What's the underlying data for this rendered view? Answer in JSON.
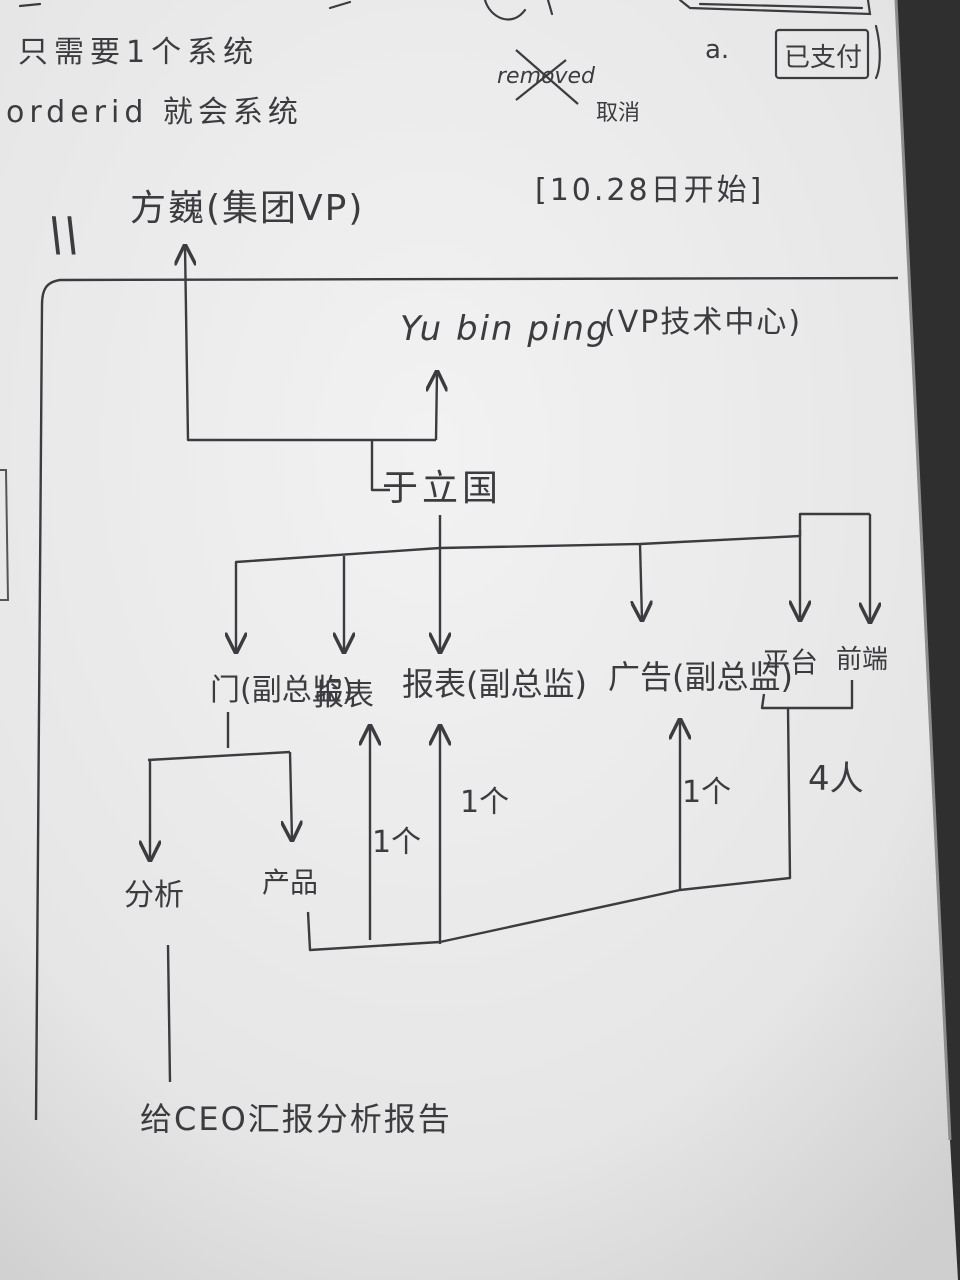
{
  "header": {
    "line1": "只需要1个系统",
    "line2": "orderid 就会系统",
    "removed_word": "removed",
    "removed_note": "取消",
    "a_label": "a.",
    "boxed_status": "已支付",
    "date_note": "[10.28日开始]",
    "margin_mark": "\\\\"
  },
  "org": {
    "top": "方巍(集团VP)",
    "vp": "Yu bin ping",
    "vp_title": "(VP技术中心)",
    "manager": "于立国",
    "departments": [
      "门(副总监)",
      "报表",
      "报表(副总监)",
      "广告(副总监)",
      "平台",
      "前端"
    ],
    "sub_units": [
      "分析",
      "产品"
    ],
    "head_counts": [
      "1个",
      "1个",
      "1个",
      "4人"
    ]
  },
  "footer": {
    "note": "给CEO汇报分析报告"
  },
  "colors": {
    "pencil": "#3c3c40",
    "paper": "#efefef",
    "background": "#2f2f2f"
  }
}
